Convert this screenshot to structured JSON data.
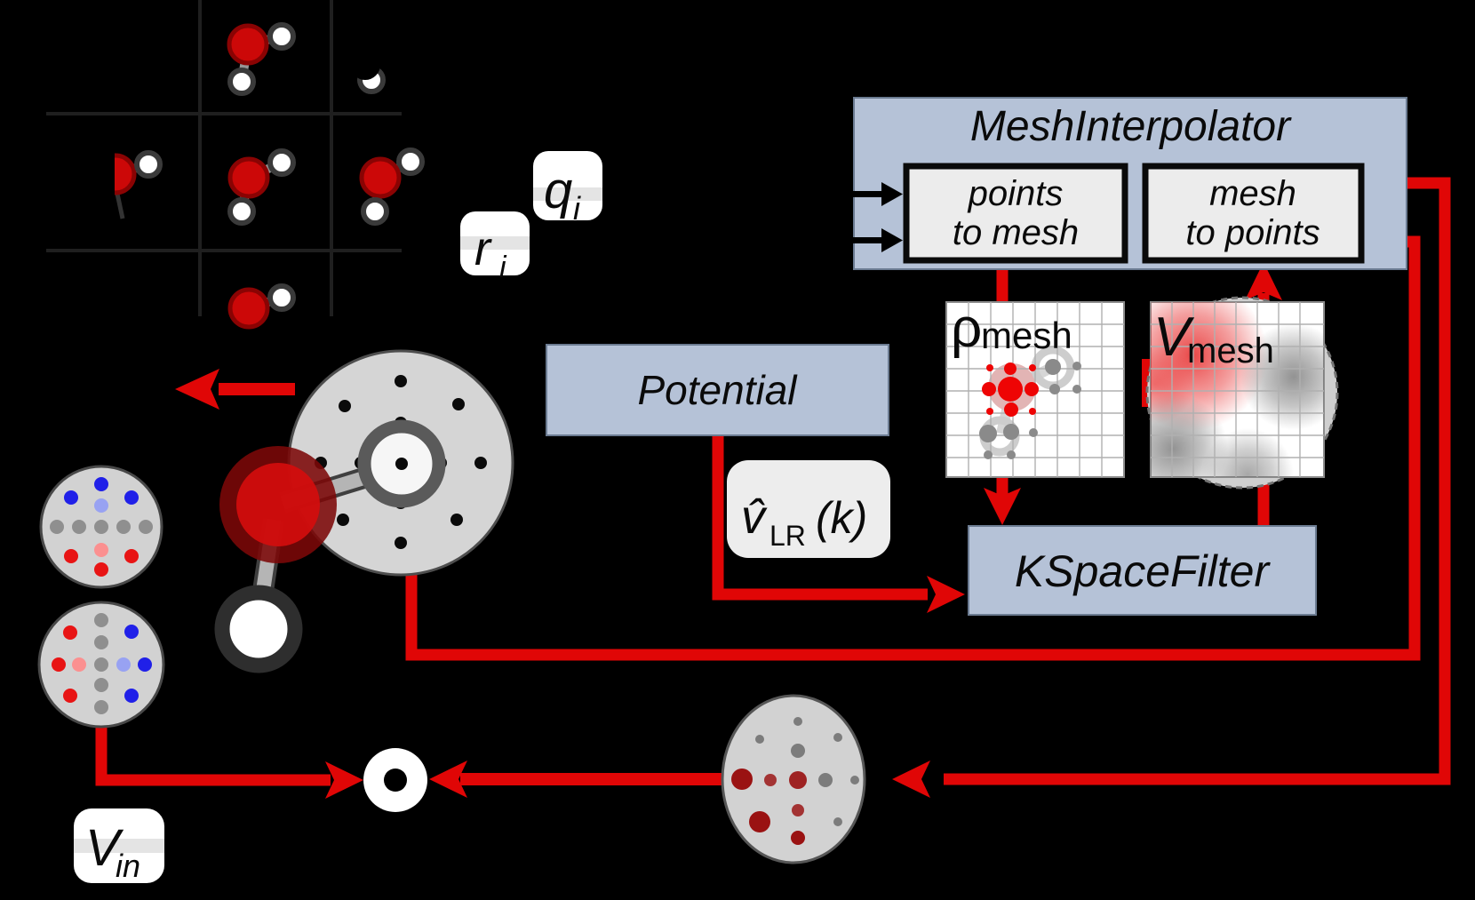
{
  "figure": {
    "mesh_interpolator": {
      "title": "MeshInterpolator",
      "points_to_mesh": [
        "points",
        "to mesh"
      ],
      "mesh_to_points": [
        "mesh",
        "to points"
      ]
    },
    "potential": {
      "title": "Potential"
    },
    "kspace_filter": {
      "title": "KSpaceFilter"
    },
    "labels": {
      "q_i": {
        "main": "q",
        "sub": "i"
      },
      "r_i": {
        "main": "r",
        "sub": "i"
      },
      "v_in": {
        "main": "V",
        "sub": "in"
      },
      "v_lr": {
        "main": "v̂",
        "sub": "LR",
        "arg": "(k)"
      },
      "rho_mesh": {
        "main": "ρ",
        "sub": "mesh"
      },
      "v_mesh": {
        "main": "V",
        "sub": "mesh"
      }
    },
    "colors": {
      "arrow_red": "#e00606",
      "module_box_blue": "#b5c2d7",
      "inner_box_gray": "#ececec",
      "oxygen_red": "#cc0808",
      "positive_blue": "#2020e8",
      "negative_red": "#e81414",
      "neutral_gray": "#8f8f8f"
    }
  }
}
